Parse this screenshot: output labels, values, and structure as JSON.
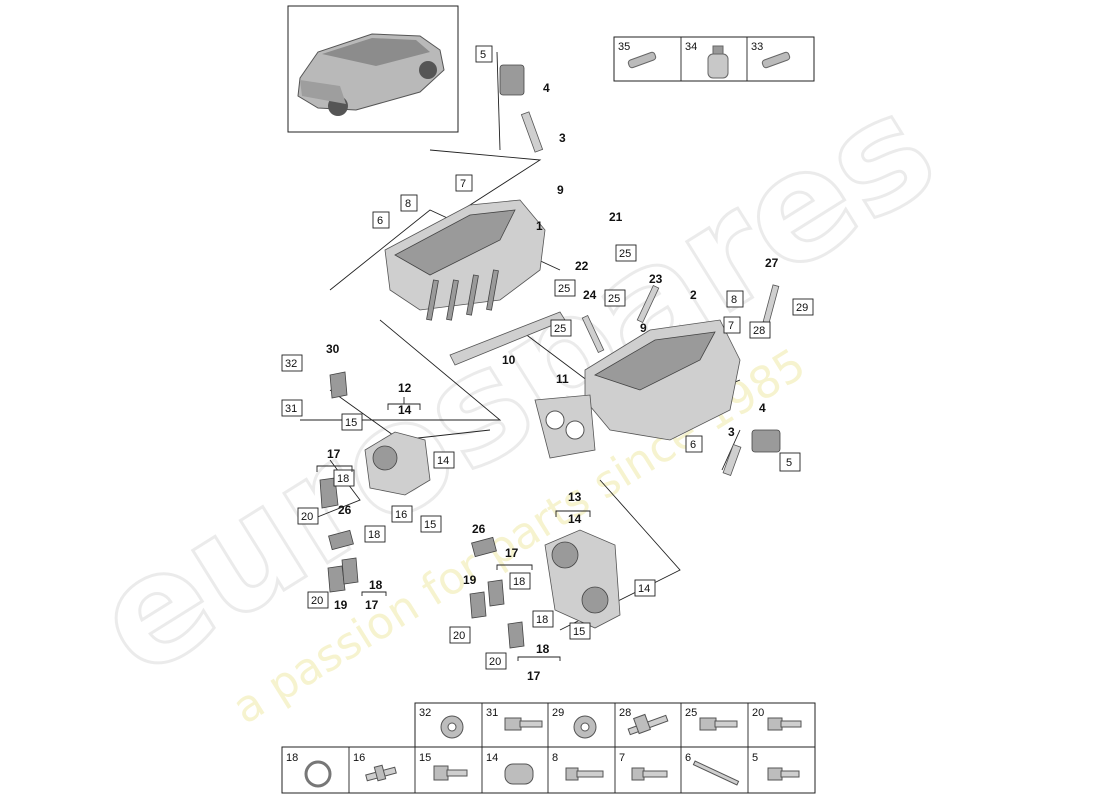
{
  "watermark": {
    "brand": "eurospares",
    "tagline": "a passion for parts since 1985"
  },
  "callouts": [
    {
      "id": "c5a",
      "label": "5",
      "boxed": true
    },
    {
      "id": "c4a",
      "label": "4",
      "boxed": false
    },
    {
      "id": "c3a",
      "label": "3",
      "boxed": false
    },
    {
      "id": "c7a",
      "label": "7",
      "boxed": true
    },
    {
      "id": "c9a",
      "label": "9",
      "boxed": false
    },
    {
      "id": "c8a",
      "label": "8",
      "boxed": true
    },
    {
      "id": "c6a",
      "label": "6",
      "boxed": true
    },
    {
      "id": "c1",
      "label": "1",
      "boxed": false
    },
    {
      "id": "c21",
      "label": "21",
      "boxed": false
    },
    {
      "id": "c25a",
      "label": "25",
      "boxed": true
    },
    {
      "id": "c22",
      "label": "22",
      "boxed": false
    },
    {
      "id": "c25b",
      "label": "25",
      "boxed": true
    },
    {
      "id": "c27",
      "label": "27",
      "boxed": false
    },
    {
      "id": "c23",
      "label": "23",
      "boxed": false
    },
    {
      "id": "c2",
      "label": "2",
      "boxed": false
    },
    {
      "id": "c8b",
      "label": "8",
      "boxed": true
    },
    {
      "id": "c25c",
      "label": "25",
      "boxed": true
    },
    {
      "id": "c29",
      "label": "29",
      "boxed": true
    },
    {
      "id": "c24",
      "label": "24",
      "boxed": false
    },
    {
      "id": "c7b",
      "label": "7",
      "boxed": true
    },
    {
      "id": "c28",
      "label": "28",
      "boxed": true
    },
    {
      "id": "c9b",
      "label": "9",
      "boxed": false
    },
    {
      "id": "c25d",
      "label": "25",
      "boxed": true
    },
    {
      "id": "c10",
      "label": "10",
      "boxed": false
    },
    {
      "id": "c30",
      "label": "30",
      "boxed": false
    },
    {
      "id": "c32",
      "label": "32",
      "boxed": true
    },
    {
      "id": "c11",
      "label": "11",
      "boxed": false
    },
    {
      "id": "c31",
      "label": "31",
      "boxed": true
    },
    {
      "id": "c12",
      "label": "12",
      "boxed": false
    },
    {
      "id": "c14a",
      "label": "14",
      "boxed": false
    },
    {
      "id": "c15a",
      "label": "15",
      "boxed": true
    },
    {
      "id": "c4b",
      "label": "4",
      "boxed": false
    },
    {
      "id": "c3b",
      "label": "3",
      "boxed": false
    },
    {
      "id": "c6b",
      "label": "6",
      "boxed": true
    },
    {
      "id": "c5b",
      "label": "5",
      "boxed": true
    },
    {
      "id": "c17a",
      "label": "17",
      "boxed": false
    },
    {
      "id": "c14b",
      "label": "14",
      "boxed": true
    },
    {
      "id": "c18a",
      "label": "18",
      "boxed": true
    },
    {
      "id": "c16",
      "label": "16",
      "boxed": true
    },
    {
      "id": "c15b",
      "label": "15",
      "boxed": true
    },
    {
      "id": "c20a",
      "label": "20",
      "boxed": true
    },
    {
      "id": "c26a",
      "label": "26",
      "boxed": false
    },
    {
      "id": "c18b",
      "label": "18",
      "boxed": true
    },
    {
      "id": "c13",
      "label": "13",
      "boxed": false
    },
    {
      "id": "c14c",
      "label": "14",
      "boxed": false
    },
    {
      "id": "c26b",
      "label": "26",
      "boxed": false
    },
    {
      "id": "c17b",
      "label": "17",
      "boxed": false
    },
    {
      "id": "c18c",
      "label": "18",
      "boxed": true
    },
    {
      "id": "c18d",
      "label": "18",
      "boxed": false
    },
    {
      "id": "c17c",
      "label": "17",
      "boxed": false
    },
    {
      "id": "c20b",
      "label": "20",
      "boxed": true
    },
    {
      "id": "c19a",
      "label": "19",
      "boxed": false
    },
    {
      "id": "c19b",
      "label": "19",
      "boxed": false
    },
    {
      "id": "c14d",
      "label": "14",
      "boxed": true
    },
    {
      "id": "c18e",
      "label": "18",
      "boxed": true
    },
    {
      "id": "c20c",
      "label": "20",
      "boxed": true
    },
    {
      "id": "c15c",
      "label": "15",
      "boxed": true
    },
    {
      "id": "c18f",
      "label": "18",
      "boxed": false
    },
    {
      "id": "c20d",
      "label": "20",
      "boxed": true
    },
    {
      "id": "c17d",
      "label": "17",
      "boxed": false
    }
  ],
  "consumables_table": [
    {
      "number": "35",
      "icon": "tube-icon"
    },
    {
      "number": "34",
      "icon": "bottle-icon"
    },
    {
      "number": "33",
      "icon": "tube-icon"
    }
  ],
  "hardware_table": {
    "row1": [
      {
        "number": "32",
        "icon": "nut-icon"
      },
      {
        "number": "31",
        "icon": "flange-bolt-icon"
      },
      {
        "number": "29",
        "icon": "nut-icon"
      },
      {
        "number": "28",
        "icon": "stud-bolt-icon"
      },
      {
        "number": "25",
        "icon": "flange-bolt-icon"
      },
      {
        "number": "20",
        "icon": "bolt-icon"
      }
    ],
    "row2": [
      {
        "number": "18",
        "icon": "ring-icon"
      },
      {
        "number": "16",
        "icon": "stud-icon"
      },
      {
        "number": "15",
        "icon": "bolt-icon"
      },
      {
        "number": "14",
        "icon": "sleeve-icon"
      },
      {
        "number": "8",
        "icon": "long-bolt-icon"
      },
      {
        "number": "7",
        "icon": "bolt-icon"
      },
      {
        "number": "6",
        "icon": "long-bolt-icon"
      },
      {
        "number": "5",
        "icon": "bolt-icon"
      }
    ]
  }
}
